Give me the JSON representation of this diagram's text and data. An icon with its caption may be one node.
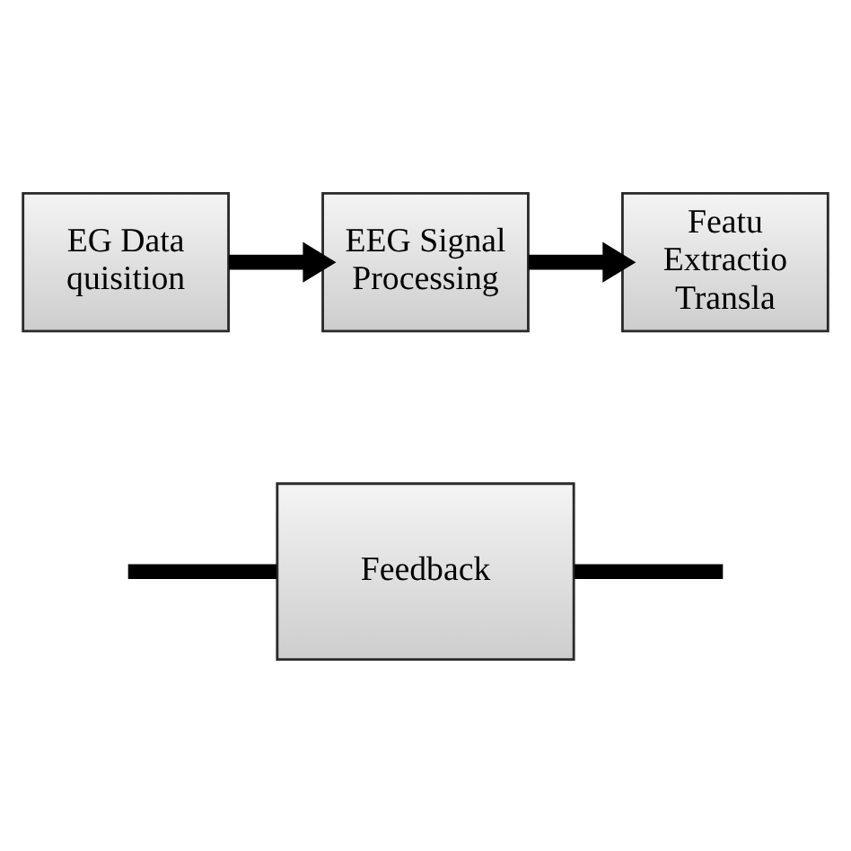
{
  "diagram": {
    "nodes": [
      {
        "text": [
          "EG Data quisition"
        ]
      },
      {
        "text": [
          "EEG Signal Processing"
        ]
      },
      {
        "text": [
          "Featu Extractio Transla"
        ]
      },
      {
        "text": [
          "Feedback"
        ]
      }
    ],
    "edges": [
      {
        "from": 0,
        "to": 1,
        "arrow": "to"
      },
      {
        "from": 1,
        "to": 2,
        "arrow": "to"
      },
      {
        "from": 3,
        "to": null,
        "arrow": "none"
      },
      {
        "from": null,
        "to": 3,
        "arrow": "none"
      }
    ]
  }
}
